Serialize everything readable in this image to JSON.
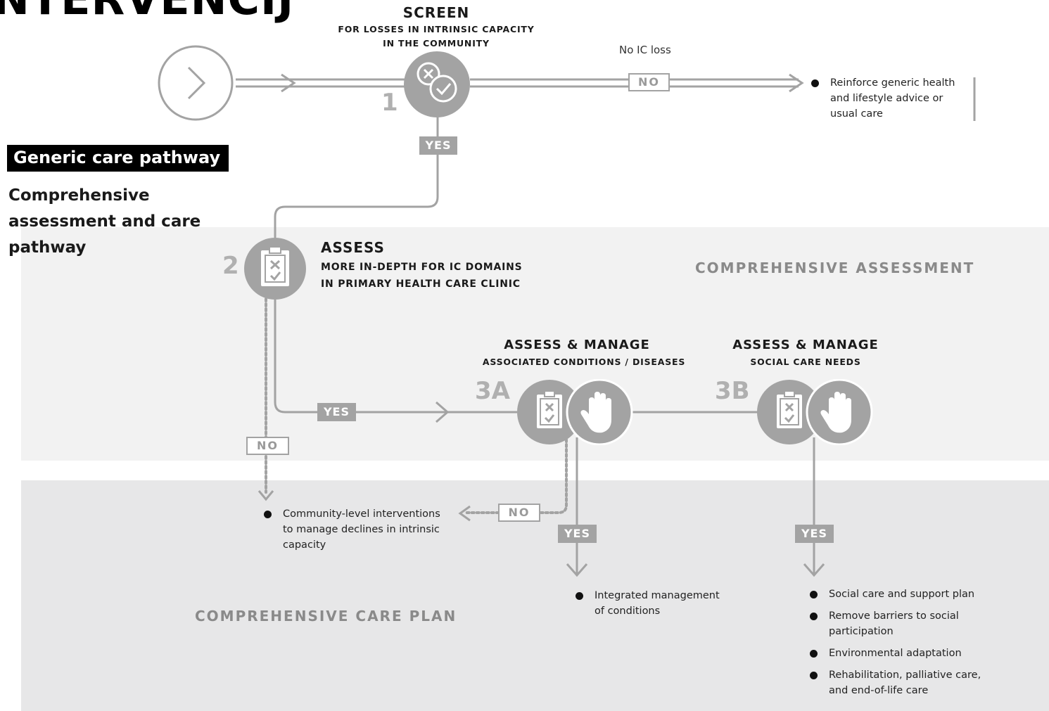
{
  "page_title": "NTERVENCIJ",
  "tag_label": "Generic care pathway",
  "subtitle": "Comprehensive assessment and care pathway",
  "screen": {
    "title": "SCREEN",
    "line1": "FOR LOSSES IN INTRINSIC CAPACITY",
    "line2": "IN THE COMMUNITY",
    "step": "1",
    "no_note": "No IC loss"
  },
  "assess": {
    "title": "ASSESS",
    "line1": "MORE IN-DEPTH FOR IC DOMAINS",
    "line2": "IN PRIMARY HEALTH CARE CLINIC",
    "step": "2"
  },
  "assess_3a": {
    "title": "ASSESS & MANAGE",
    "subtitle": "ASSOCIATED CONDITIONS / DISEASES",
    "step": "3A"
  },
  "assess_3b": {
    "title": "ASSESS & MANAGE",
    "subtitle": "SOCIAL CARE NEEDS",
    "step": "3B"
  },
  "sections": {
    "assessment": "COMPREHENSIVE ASSESSMENT",
    "care_plan": "COMPREHENSIVE CARE PLAN"
  },
  "labels": {
    "yes": "YES",
    "no": "NO"
  },
  "outcomes": {
    "no_ic_loss": [
      "Reinforce generic health",
      "and lifestyle advice or",
      "usual care"
    ],
    "community": [
      "Community-level interventions",
      "to manage declines in intrinsic",
      "capacity"
    ],
    "integrated": [
      "Integrated management",
      "of conditions"
    ],
    "social": [
      [
        "Social care and support plan"
      ],
      [
        "Remove barriers to social",
        "participation"
      ],
      [
        "Environmental adaptation"
      ],
      [
        "Rehabilitation, palliative care,",
        "and end-of-life care"
      ]
    ]
  },
  "icons": [
    "start-chevron-icon",
    "screen-check-icon",
    "clipboard-icon",
    "hand-icon"
  ],
  "colors": {
    "node_fill": "#a3a3a3",
    "line": "#a3a3a3",
    "band_assessment": "#f2f2f2",
    "band_care_plan": "#e7e7e8"
  }
}
